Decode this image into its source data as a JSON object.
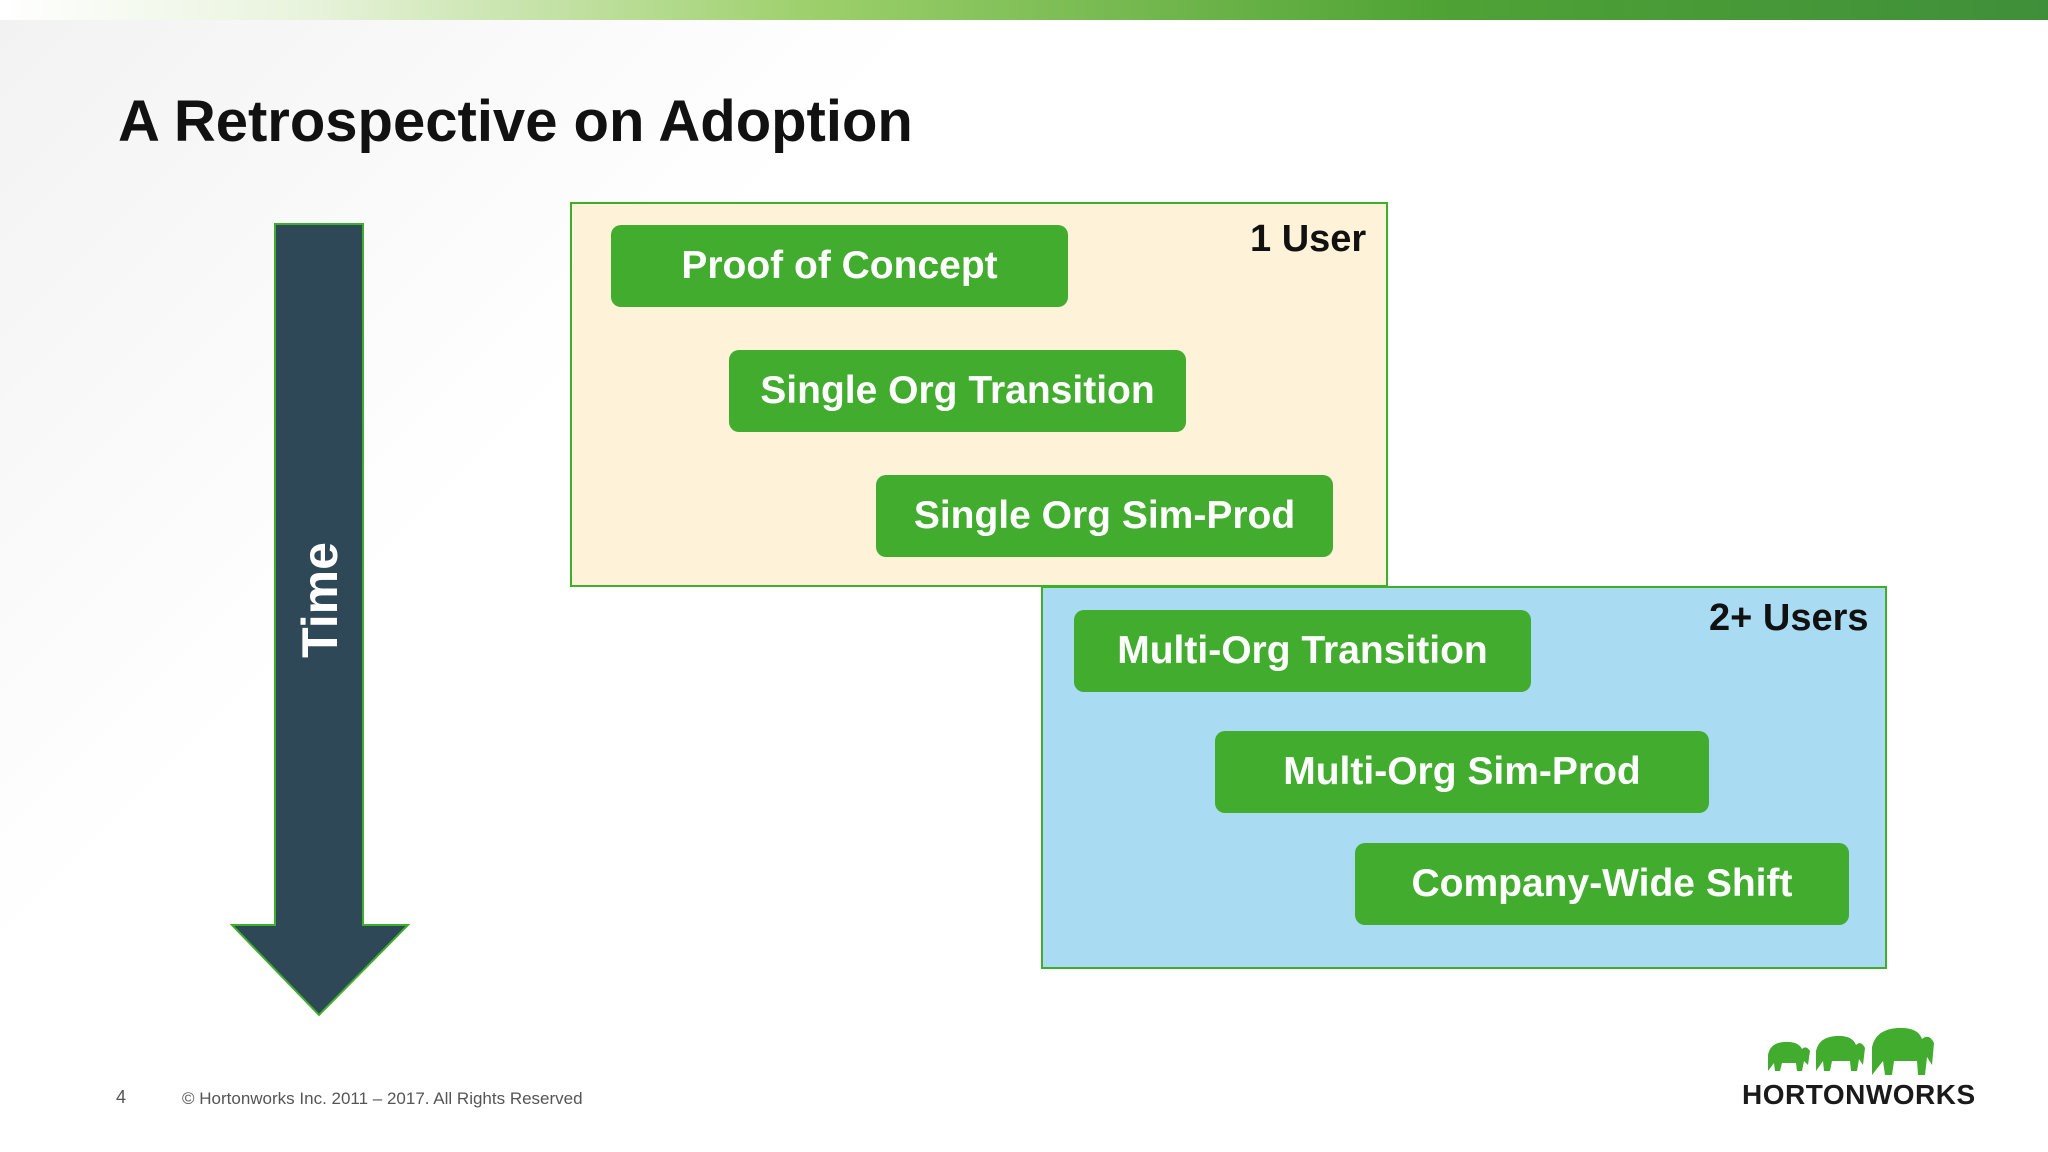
{
  "slide": {
    "title": "A Retrospective on Adoption",
    "time_label": "Time"
  },
  "groups": [
    {
      "label": "1 User",
      "stages": [
        "Proof of Concept",
        "Single Org Transition",
        "Single Org Sim-Prod"
      ]
    },
    {
      "label": "2+ Users",
      "stages": [
        "Multi-Org Transition",
        "Multi-Org Sim-Prod",
        "Company-Wide Shift"
      ]
    }
  ],
  "footer": {
    "page_number": "4",
    "copyright": "© Hortonworks Inc. 2011 – 2017. All Rights Reserved"
  },
  "logo": {
    "text": "HORTONWORKS",
    "icon": "elephant-herd-icon"
  },
  "colors": {
    "accent_green": "#41ac2e",
    "arrow": "#2f4858",
    "one_user_bg": "#fef3d8",
    "multi_user_bg": "#a9dcf3"
  }
}
